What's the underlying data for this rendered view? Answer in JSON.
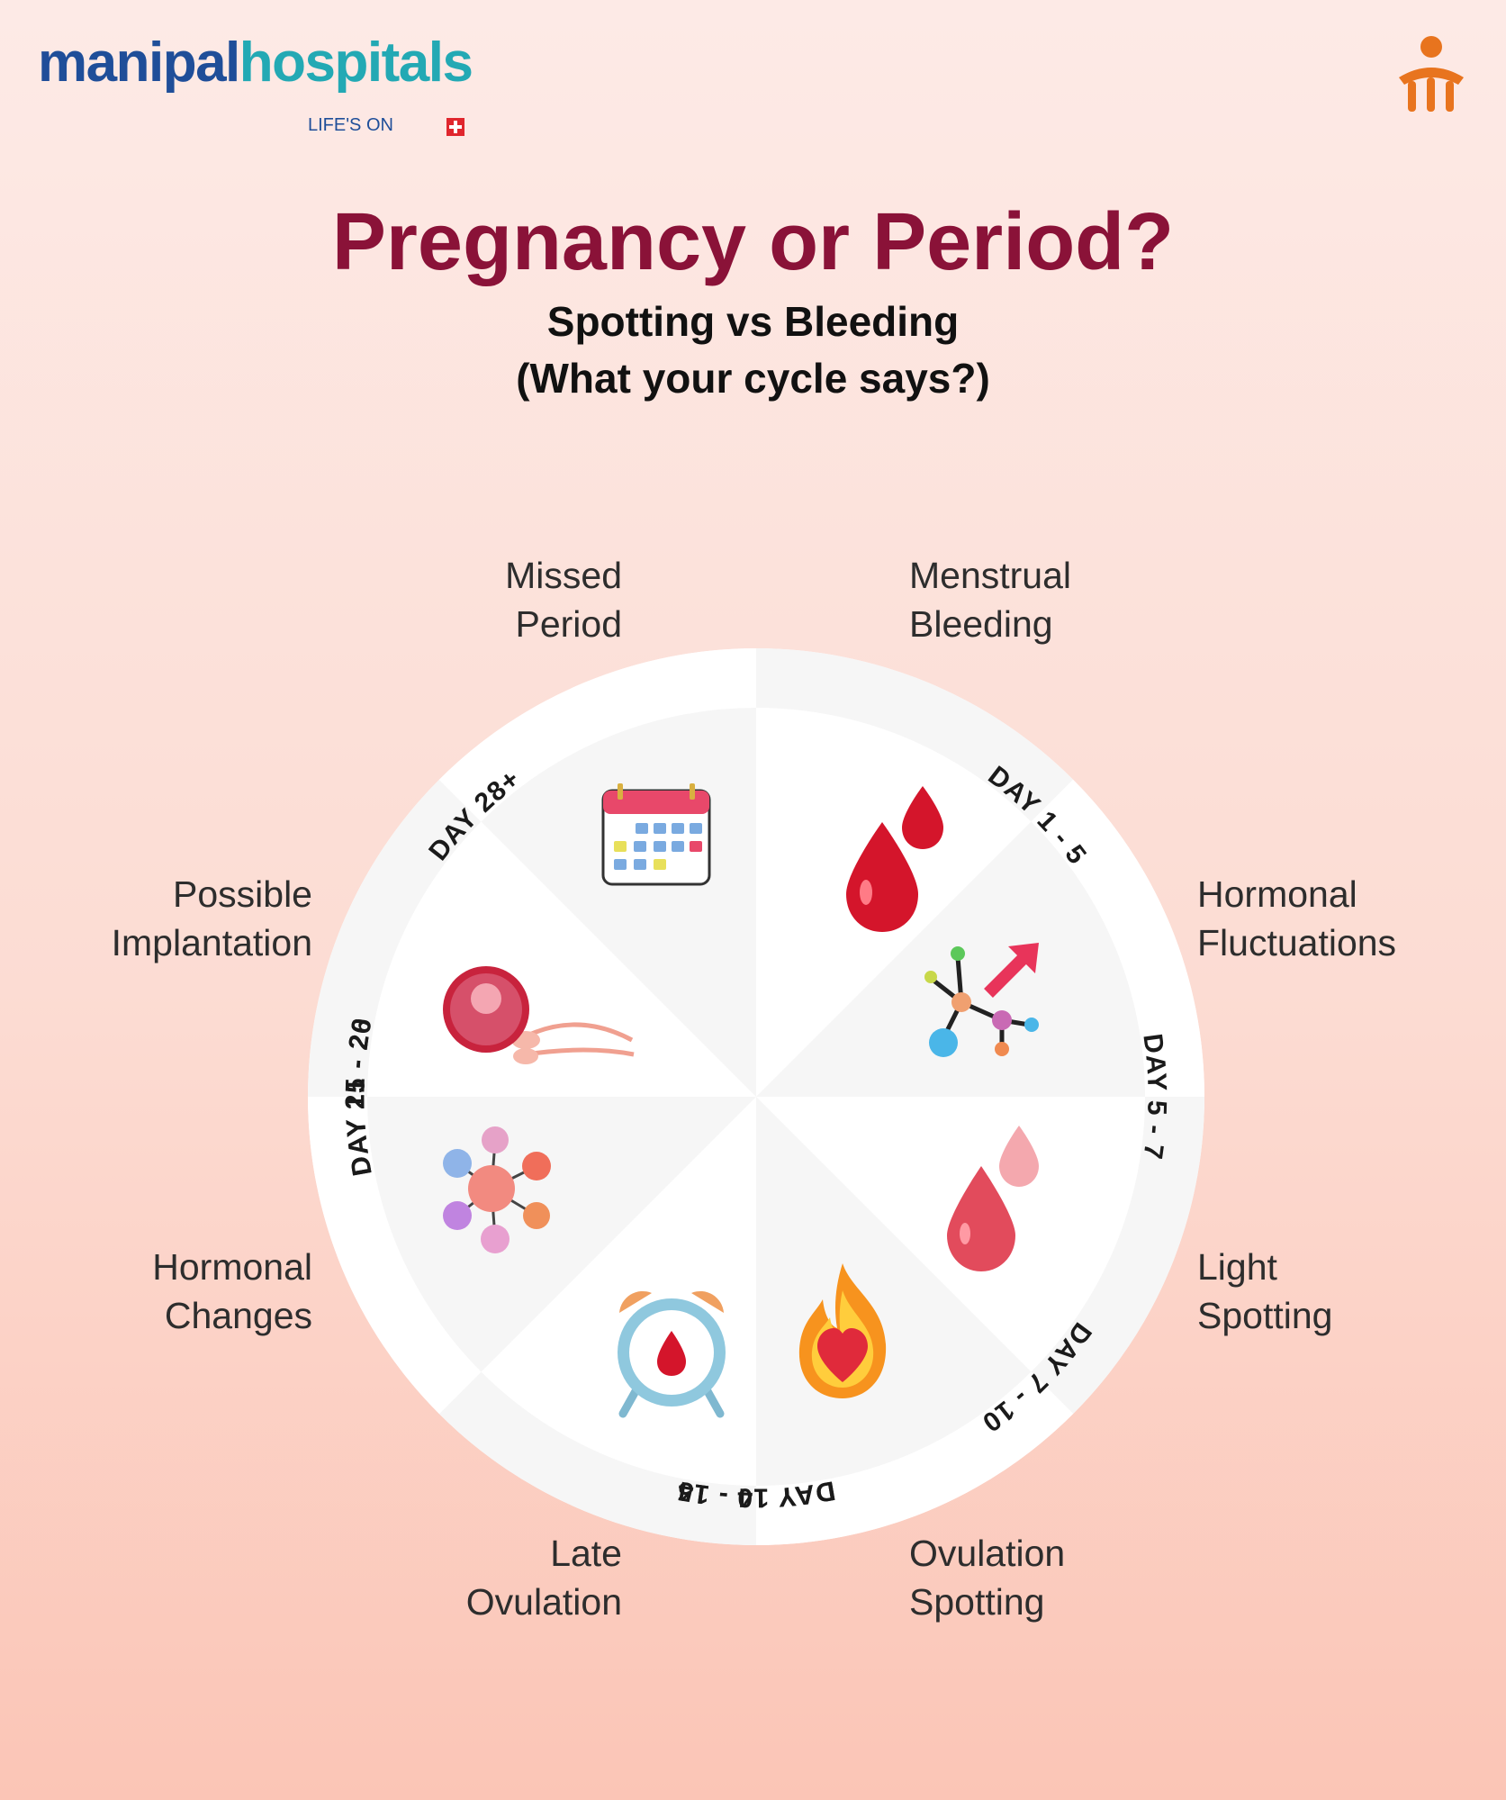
{
  "brand": {
    "name_part1": "manipal",
    "name_part2": "hospitals",
    "tagline": "LIFE'S ON",
    "primary_color": "#1f4e99",
    "secondary_color": "#23a9b4",
    "accent_color": "#e0262d",
    "mark_color": "#e8741e"
  },
  "header": {
    "title": "Pregnancy or Period?",
    "subtitle_line1": "Spotting vs Bleeding",
    "subtitle_line2": "(What your cycle says?)",
    "title_color": "#8a1238"
  },
  "cycle": {
    "segments": [
      {
        "day": "DAY 1 - 5",
        "label_line1": "Menstrual",
        "label_line2": "Bleeding",
        "icon": "blood-drops-icon"
      },
      {
        "day": "DAY 5 - 7",
        "label_line1": "Hormonal",
        "label_line2": "Fluctuations",
        "icon": "molecule-arrow-icon"
      },
      {
        "day": "DAY 7 - 10",
        "label_line1": "Light",
        "label_line2": "Spotting",
        "icon": "light-drops-icon"
      },
      {
        "day": "DAY 10 - 14",
        "label_line1": "Ovulation",
        "label_line2": "Spotting",
        "icon": "fire-heart-icon"
      },
      {
        "day": "DAY 14 - 15",
        "label_line1": "Late",
        "label_line2": "Ovulation",
        "icon": "alarm-clock-icon"
      },
      {
        "day": "DAY 15 - 20",
        "label_line1": "Hormonal",
        "label_line2": "Changes",
        "icon": "hormone-network-icon"
      },
      {
        "day": "DAY 21 - 26",
        "label_line1": "Possible",
        "label_line2": "Implantation",
        "icon": "egg-sperm-icon"
      },
      {
        "day": "DAY 28+",
        "label_line1": "Missed",
        "label_line2": "Period",
        "icon": "calendar-icon"
      }
    ]
  }
}
